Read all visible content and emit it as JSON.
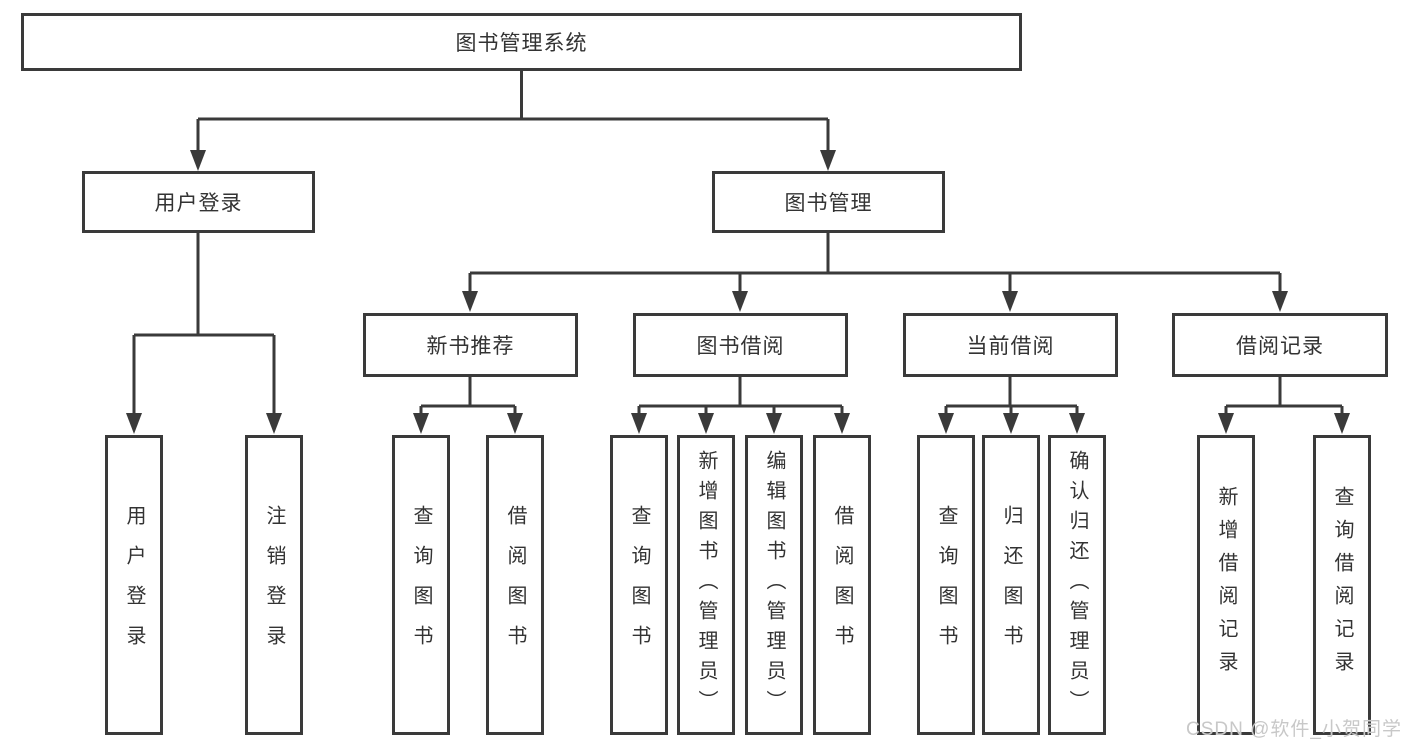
{
  "tree": {
    "label": "图书管理系统",
    "children": [
      {
        "label": "用户登录",
        "children": [
          {
            "label": "用户登录"
          },
          {
            "label": "注销登录"
          }
        ]
      },
      {
        "label": "图书管理",
        "children": [
          {
            "label": "新书推荐",
            "children": [
              {
                "label": "查询图书"
              },
              {
                "label": "借阅图书"
              }
            ]
          },
          {
            "label": "图书借阅",
            "children": [
              {
                "label": "查询图书"
              },
              {
                "label": "新增图书（管理员）"
              },
              {
                "label": "编辑图书（管理员）"
              },
              {
                "label": "借阅图书"
              }
            ]
          },
          {
            "label": "当前借阅",
            "children": [
              {
                "label": "查询图书"
              },
              {
                "label": "归还图书"
              },
              {
                "label": "确认归还（管理员）"
              }
            ]
          },
          {
            "label": "借阅记录",
            "children": [
              {
                "label": "新增借阅记录"
              },
              {
                "label": "查询借阅记录"
              }
            ]
          }
        ]
      }
    ]
  },
  "watermark": {
    "text": "CSDN @软件_小贺同学"
  },
  "colors": {
    "line": "#3a3a3a",
    "text": "#333333",
    "background": "#ffffff",
    "watermark": "#c8c8c8"
  }
}
